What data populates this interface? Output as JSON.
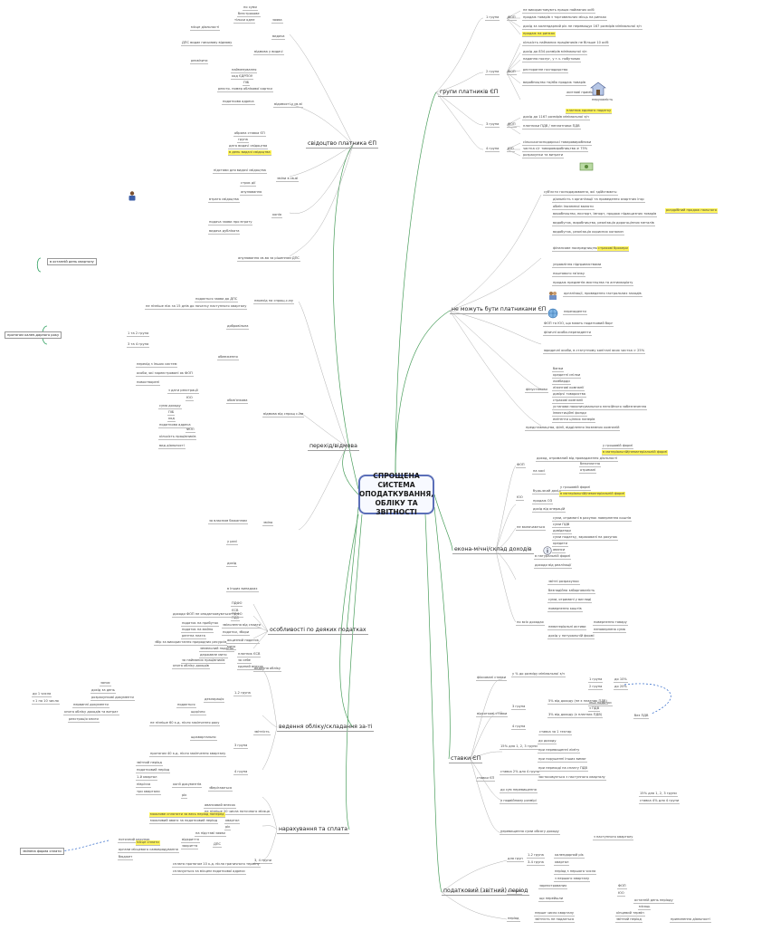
{
  "central": {
    "line1": "СПРОЩЕНА СИСТЕМА",
    "line2": "ОПОДАТКУВАННЯ,",
    "line3": "ОБЛІКУ ТА ЗВІТНОСТІ"
  },
  "topics": {
    "registration": "свідоцтво платника ЄП",
    "groups": "групи платників ЄП",
    "not_payers": "не можуть бути платниками ЄП",
    "transition": "перехід/відмова",
    "income": "екона-мічні/склад доходів",
    "rates": "ставки ЄП",
    "features": "особливості по деяких податках",
    "accounting": "ведення обліку/складання за-ті",
    "payment": "нарахування та сплата",
    "tax_period": "податковий (звітний) період"
  },
  "groups_detail": {
    "g1": "1 група",
    "g2": "2 група",
    "g3": "3 група",
    "g4": "4 група",
    "fop": "ФОП",
    "yuo": "ЮО",
    "no_workers": "не використовують працю найманих осіб",
    "sale": "продаж товарів з торговельних місць на ринках",
    "income_limit_1": "дохід за календарний рік не перевищує 167 розмірів мінімальної з/п",
    "highlight_1": "продаж на ринках",
    "workers_10": "кількість найманих працівників не більше 10 осіб",
    "income_limit_2": "дохід до 834 розмірів мінімальної з/п",
    "services": "надання послуг, у т.ч. побутових",
    "restaurant": "ресторанне господарство",
    "production": "виробництво та/або продаж товарів",
    "house_1": "житлові приміщення",
    "house_2": "нерухомість",
    "highlight_2": "платник єдиного податку",
    "income_limit_3": "дохід до 1167 розмірів мінімальної з/п",
    "agro": "сільськогосподарські товаровиробники",
    "share": "частка с/г товаровиробництва ≥ 75%",
    "vat_note": "платники ПДВ / неплатники ПДВ",
    "refund": "розрахунки та витрати"
  },
  "not_payers_detail": {
    "a1": "суб'єкти господарювання, які здійснюють:",
    "a2": "діяльність з організації та проведення азартних ігор",
    "a3": "обмін іноземної валюти",
    "a4": "виробництво, експорт, імпорт, продаж підакцизних товарів",
    "highlight_3": "роздрібний продаж пального",
    "a5": "видобуток, виробництво, реалізація дорогоцінних металів",
    "a6": "видобуток, реалізація корисних копалин",
    "a7": "фінансове посередництво",
    "highlight_4": "страхові брокери",
    "a8": "управління підприємствами",
    "a9": "поштового зв'язку",
    "a10": "продаж предметів мистецтва та антикваріату",
    "a11": "організації, проведення гастрольних заходів",
    "a12": "нерезиденти",
    "a13": "ФОП та ЮО, що мають податковий борг",
    "a14": "фізичні особи-нерезиденти",
    "a15": "юридичні особи, в статутному капіталі яких частка > 25%",
    "a16": "фінустанови",
    "a17": "банки",
    "a18": "кредитні спілки",
    "a19": "ломбарди",
    "a20": "лізингові компанії",
    "a21": "довірчі товариства",
    "a22": "страхові компанії",
    "a23": "установи накопичувального пенсійного забезпечення",
    "a24": "інвестиційні фонди",
    "a25": "емітенти цінних паперів",
    "a26": "представництва, філії, відділення іноземних компаній"
  },
  "registration_detail": {
    "r1": "по суми",
    "r2": "безстрокове",
    "r3": "видача",
    "r4": "тільки одне",
    "r5": "місце діяльності",
    "r6": "ДПС видає письмову відмову",
    "r7": "відмова у видачі",
    "r8": "заява",
    "r9": "реквізити",
    "r10": "найменування",
    "r11": "код ЄДРПОУ",
    "r12": "ПІБ",
    "r13": "реєстр. номер облікової картки",
    "r14": "відомості у св-ві",
    "r15": "податкова адреса",
    "r16": "обрана ставка ЄП",
    "r17": "група",
    "r18": "дата видачі свідоцтва",
    "r19": "зміни в св-ві",
    "r20": "підстави для видачі свідоцтва",
    "r21": "строк дії",
    "r22": "анулювання",
    "r23": "копія",
    "r24": "втрата свідоцтва",
    "r25": "подача заяви про втрату",
    "r26": "видача дубліката",
    "r27": "анулювання св-ва за рішенням ДПС",
    "highlight_5": "в день видачі свідоцтва"
  },
  "transition_detail": {
    "t1": "перехід на спрощ.с-му",
    "t2": "подається заява до ДПС",
    "t3": "не пізніше ніж за 15 днів до початку наступного кварталу",
    "t4": "1 та 2 група",
    "t5": "3 та 4 група",
    "note_1": "протягом кален-дарного року",
    "t6": "обмеження",
    "t7": "відмова від спрощ с-ми",
    "t8": "обов'язкова",
    "t9": "добровільна",
    "t10": "перехід з інших систем",
    "t11": "особи, які зареєстровані як ФОП",
    "t12": "новостворені",
    "t13": "з дати реєстрації",
    "t14": "ЮО",
    "t15": "ФОП",
    "t16": "сума доходу",
    "t17": "ПІБ",
    "t18": "код",
    "t19": "податкова адреса",
    "t20": "кількість працівників",
    "t21": "вид діяльності",
    "t22": "зміна",
    "t23": "за власним бажанням",
    "t24": "у разі",
    "t25": "дохід",
    "t26": "в інших випадках",
    "note_2": "в останній день кварталу"
  },
  "income_detail": {
    "i1": "ФОП",
    "i2": "на касі",
    "i3": "доход, отриманий від провадження діяльності",
    "i4": "у грошовій формі",
    "highlight_6": "в матеріальній/нематеріальній формі",
    "i5": "безоплатно",
    "i6": "отримані",
    "i7": "ЮО",
    "i8": "будь-який дохід",
    "i9": "у грошовій формі",
    "highlight_7": "в матеріальній/нематеріальній формі",
    "i10": "продаж ОЗ",
    "i11": "дохід від операцій",
    "i12": "не включаються",
    "i13": "суми, отримані в рахунок повернення коштів",
    "i14": "суми ПДВ",
    "i15": "дивіденди",
    "i16": "суми податку, зараховані на рахунок",
    "i17": "кредити",
    "i18": "аванси",
    "i19": "в натуральній формі",
    "i20": "доходи від реалізації",
    "i21": "по всіх доходах",
    "i22": "звітні розрахунки",
    "i23": "безнадійна заборгованість",
    "i24": "суми, отримані у вигляді",
    "i25": "повернення коштів",
    "i26": "нематеріальні активи",
    "i27": "дохід у натуральній формі",
    "i28": "повернення товару",
    "i29": "неповернена сума"
  },
  "rates_detail": {
    "s1": "фіксовані ставки",
    "s2": "у % до розміру мінімальної з/п",
    "s3": "1 група",
    "s4": "до 10%",
    "s5": "2 група",
    "s6": "до 20%",
    "s7": "відсоткові ставки",
    "s8": "3 група",
    "s9": "5% від доходу (не є платник ПДВ)",
    "s10": "3% від доходу (є платник ПДВ)",
    "s11": "4 група",
    "s12": "ставка за 1 гектар",
    "s13": "інші податки",
    "s14": "з ПДВ",
    "s15": "без ПДВ",
    "s16": "ставки ЄП",
    "s17": "15% для 1, 2, 3 групи",
    "s18": "ставка 2% для 4 групи",
    "s19": "до доходу",
    "s20": "при перевищенні ліміту",
    "s21": "при порушенні інших вимог",
    "s22": "при переході на сплату ПДВ",
    "s23": "застосовується з наступного кварталу",
    "s24": "до сум перевищення",
    "s25": "у подвійному розмірі",
    "s26": "15% для 1, 2, 3 групи",
    "s27": "ставка 4% для 4 групи",
    "s28": "перевищення суми обсягу доходу",
    "s29": "з наступного кварталу"
  },
  "features_detail": {
    "f1": "ПДФО",
    "f2": "ЄСВ",
    "f3": "ПДВ",
    "f4": "звільнення від сплати",
    "f5": "податки, збори",
    "f6": "доходи ФОП не оподатковуються ПДФО",
    "f7": "податок на прибуток",
    "f8": "податок на майно",
    "f9": "рентна плата",
    "f10": "збір за використання природних ресурсів",
    "f11": "земельний податок",
    "f12": "державне мито",
    "f13": "акцизний податок",
    "f14": "мито",
    "f15": "платник ЄСВ",
    "f16": "за себе",
    "f17": "за найманих працівників",
    "f18": "єдиний внесок"
  },
  "accounting_detail": {
    "a1": "ведення обліку",
    "a2": "книга обліку доходів",
    "a3": "звітність",
    "a4": "1-2 група",
    "a5": "3 група",
    "a6": "4 група",
    "a7": "декларація",
    "a8": "подається",
    "a9": "щорічно",
    "a10": "щоквартально",
    "a11": "не пізніше 60 к.д. після закінчення року",
    "a12": "протягом 40 к.д. після закінчення кварталу",
    "a13": "запис",
    "a14": "дохід за день",
    "a15": "розрахункові документи",
    "a16": "первинні документи",
    "a17": "книга обліку доходів та витрат",
    "a18": "реєстрація книги",
    "a19": "до 1 числа",
    "a20": "з 1 по 10 число",
    "a21": "звітний період",
    "a22": "податковий період",
    "a23": "1-й квартал",
    "a24": "півріччя",
    "a25": "три квартали",
    "a26": "рік",
    "a27": "копії документів",
    "a28": "зберігаються"
  },
  "payment_detail": {
    "p1": "авансовий внесок",
    "p2": "не пізніше 20 числа поточного місяця",
    "highlight_8": "можливе сплатити за весь період наперед",
    "p3": "квартал",
    "p4": "можливий аванс за податковий період",
    "p5": "рік",
    "p6": "на підставі заяви",
    "p7": "відкриття",
    "p8": "закриття",
    "p9": "ДПС",
    "p10": "поточний рахунок",
    "highlight_9": "місце сплати",
    "p11": "органи місцевого самоврядування",
    "p12": "бюджет",
    "note_3": "змінена форма сплати",
    "p13": "3, 4 групи",
    "p14": "сплата протягом 10 к.д. після граничного терміну",
    "p15": "сплачується за місцем податкової адреси"
  },
  "tax_period_detail": {
    "tp1": "для груп",
    "tp2": "1-2 група",
    "tp3": "3-4 група",
    "tp4": "календарний рік",
    "tp5": "квартал",
    "tp6": "період з першого числа",
    "tp7": "з першого кварталу",
    "tp8": "для осіб",
    "tp9": "зареєстрованих",
    "tp10": "що перейшли",
    "tp11": "ФОП",
    "tp12": "ЮО",
    "tp13": "останній день періоду",
    "tp14": "місяць",
    "tp15": "період",
    "tp16": "перше число кварталу",
    "tp17": "звітність не подається",
    "tp18": "кінцевий термін",
    "tp19": "звітний період",
    "tp20": "припинення діяльності"
  },
  "colors": {
    "central_border": "#5b6fb8",
    "branch": "#4a9e5c",
    "branch_alt": "#5b6fb8",
    "highlight": "#fff45a",
    "dashed": "#2a64c8"
  }
}
